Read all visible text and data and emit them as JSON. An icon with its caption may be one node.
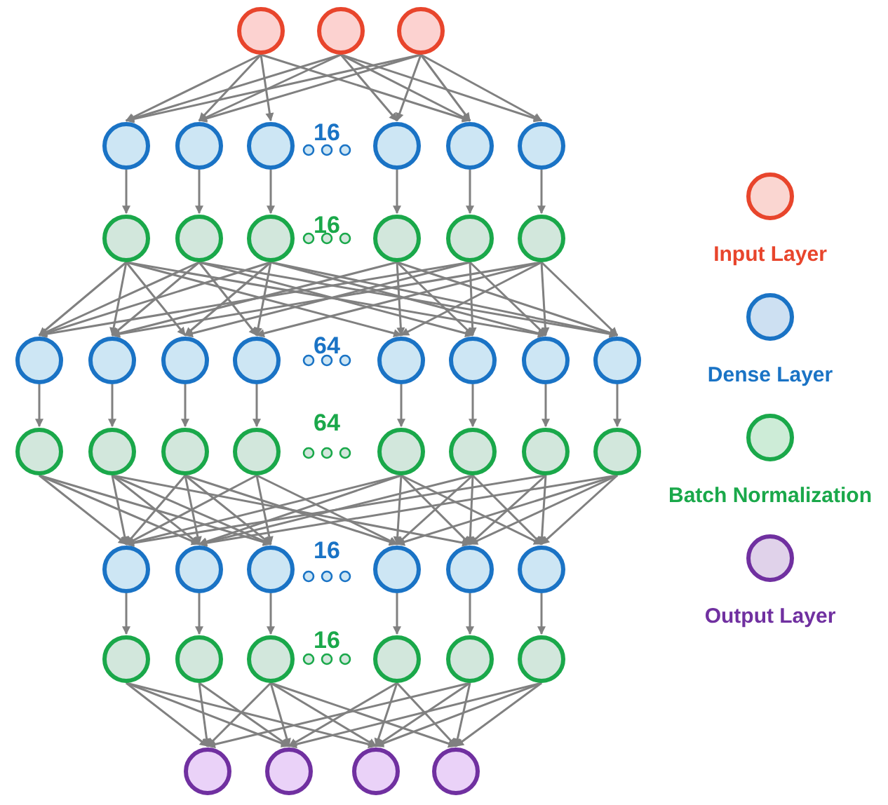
{
  "diagram": {
    "nodes": [
      {
        "text": [],
        "shape": "circle"
      },
      {
        "text": [],
        "shape": "circle"
      },
      {
        "text": [],
        "shape": "circle"
      },
      {
        "text": [],
        "shape": "circle"
      },
      {
        "text": [],
        "shape": "circle"
      },
      {
        "text": [],
        "shape": "circle"
      },
      {
        "text": [],
        "shape": "circle"
      },
      {
        "text": [],
        "shape": "circle"
      },
      {
        "text": [],
        "shape": "circle"
      },
      {
        "text": [],
        "shape": "circle"
      },
      {
        "text": [],
        "shape": "circle"
      },
      {
        "text": [],
        "shape": "circle"
      },
      {
        "text": [],
        "shape": "circle"
      },
      {
        "text": [],
        "shape": "circle"
      },
      {
        "text": [],
        "shape": "circle"
      },
      {
        "text": [],
        "shape": "circle"
      },
      {
        "text": [],
        "shape": "circle"
      },
      {
        "text": [],
        "shape": "circle"
      },
      {
        "text": [],
        "shape": "circle"
      },
      {
        "text": [],
        "shape": "circle"
      },
      {
        "text": [],
        "shape": "circle"
      },
      {
        "text": [],
        "shape": "circle"
      },
      {
        "text": [],
        "shape": "circle"
      },
      {
        "text": [],
        "shape": "circle"
      },
      {
        "text": [],
        "shape": "circle"
      },
      {
        "text": [],
        "shape": "circle"
      },
      {
        "text": [],
        "shape": "circle"
      },
      {
        "text": [],
        "shape": "circle"
      },
      {
        "text": [],
        "shape": "circle"
      },
      {
        "text": [],
        "shape": "circle"
      },
      {
        "text": [],
        "shape": "circle"
      },
      {
        "text": [],
        "shape": "circle"
      },
      {
        "text": [],
        "shape": "circle"
      },
      {
        "text": [],
        "shape": "circle"
      },
      {
        "text": [],
        "shape": "circle"
      },
      {
        "text": [],
        "shape": "circle"
      },
      {
        "text": [],
        "shape": "circle"
      },
      {
        "text": [],
        "shape": "circle"
      },
      {
        "text": [],
        "shape": "circle"
      },
      {
        "text": [],
        "shape": "circle"
      },
      {
        "text": [],
        "shape": "circle"
      },
      {
        "text": [],
        "shape": "circle"
      },
      {
        "text": [],
        "shape": "circle"
      },
      {
        "text": [],
        "shape": "circle"
      },
      {
        "text": [],
        "shape": "circle"
      },
      {
        "text": [],
        "shape": "circle"
      },
      {
        "text": [],
        "shape": "circle"
      }
    ],
    "edges": [
      {
        "from": 0,
        "to": 3,
        "arrow": "to"
      },
      {
        "from": 0,
        "to": 4,
        "arrow": "to"
      },
      {
        "from": 0,
        "to": 5,
        "arrow": "to"
      },
      {
        "from": 0,
        "to": 7,
        "arrow": "to"
      },
      {
        "from": 1,
        "to": 3,
        "arrow": "to"
      },
      {
        "from": 1,
        "to": 4,
        "arrow": "to"
      },
      {
        "from": 1,
        "to": 6,
        "arrow": "to"
      },
      {
        "from": 1,
        "to": 7,
        "arrow": "to"
      },
      {
        "from": 1,
        "to": 8,
        "arrow": "to"
      },
      {
        "from": 2,
        "to": 3,
        "arrow": "to"
      },
      {
        "from": 2,
        "to": 4,
        "arrow": "to"
      },
      {
        "from": 2,
        "to": 6,
        "arrow": "to"
      },
      {
        "from": 2,
        "to": 7,
        "arrow": "to"
      },
      {
        "from": 2,
        "to": 8,
        "arrow": "to"
      },
      {
        "from": 3,
        "to": 9,
        "arrow": "to"
      },
      {
        "from": 4,
        "to": 10,
        "arrow": "to"
      },
      {
        "from": 5,
        "to": 11,
        "arrow": "to"
      },
      {
        "from": 6,
        "to": 12,
        "arrow": "to"
      },
      {
        "from": 7,
        "to": 13,
        "arrow": "to"
      },
      {
        "from": 8,
        "to": 14,
        "arrow": "to"
      },
      {
        "from": 9,
        "to": 15,
        "arrow": "to"
      },
      {
        "from": 9,
        "to": 16,
        "arrow": "to"
      },
      {
        "from": 9,
        "to": 17,
        "arrow": "to"
      },
      {
        "from": 9,
        "to": 19,
        "arrow": "to"
      },
      {
        "from": 9,
        "to": 21,
        "arrow": "to"
      },
      {
        "from": 10,
        "to": 15,
        "arrow": "to"
      },
      {
        "from": 10,
        "to": 16,
        "arrow": "to"
      },
      {
        "from": 10,
        "to": 18,
        "arrow": "to"
      },
      {
        "from": 10,
        "to": 20,
        "arrow": "to"
      },
      {
        "from": 10,
        "to": 22,
        "arrow": "to"
      },
      {
        "from": 11,
        "to": 15,
        "arrow": "to"
      },
      {
        "from": 11,
        "to": 17,
        "arrow": "to"
      },
      {
        "from": 11,
        "to": 18,
        "arrow": "to"
      },
      {
        "from": 11,
        "to": 21,
        "arrow": "to"
      },
      {
        "from": 11,
        "to": 22,
        "arrow": "to"
      },
      {
        "from": 12,
        "to": 16,
        "arrow": "to"
      },
      {
        "from": 12,
        "to": 19,
        "arrow": "to"
      },
      {
        "from": 12,
        "to": 20,
        "arrow": "to"
      },
      {
        "from": 12,
        "to": 22,
        "arrow": "to"
      },
      {
        "from": 13,
        "to": 15,
        "arrow": "to"
      },
      {
        "from": 13,
        "to": 17,
        "arrow": "to"
      },
      {
        "from": 13,
        "to": 20,
        "arrow": "to"
      },
      {
        "from": 13,
        "to": 21,
        "arrow": "to"
      },
      {
        "from": 14,
        "to": 16,
        "arrow": "to"
      },
      {
        "from": 14,
        "to": 18,
        "arrow": "to"
      },
      {
        "from": 14,
        "to": 19,
        "arrow": "to"
      },
      {
        "from": 14,
        "to": 21,
        "arrow": "to"
      },
      {
        "from": 14,
        "to": 22,
        "arrow": "to"
      },
      {
        "from": 15,
        "to": 23,
        "arrow": "to"
      },
      {
        "from": 16,
        "to": 24,
        "arrow": "to"
      },
      {
        "from": 17,
        "to": 25,
        "arrow": "to"
      },
      {
        "from": 18,
        "to": 26,
        "arrow": "to"
      },
      {
        "from": 19,
        "to": 27,
        "arrow": "to"
      },
      {
        "from": 20,
        "to": 28,
        "arrow": "to"
      },
      {
        "from": 21,
        "to": 29,
        "arrow": "to"
      },
      {
        "from": 22,
        "to": 30,
        "arrow": "to"
      },
      {
        "from": 23,
        "to": 31,
        "arrow": "to"
      },
      {
        "from": 23,
        "to": 32,
        "arrow": "to"
      },
      {
        "from": 23,
        "to": 33,
        "arrow": "to"
      },
      {
        "from": 24,
        "to": 31,
        "arrow": "to"
      },
      {
        "from": 24,
        "to": 32,
        "arrow": "to"
      },
      {
        "from": 24,
        "to": 33,
        "arrow": "to"
      },
      {
        "from": 24,
        "to": 35,
        "arrow": "to"
      },
      {
        "from": 25,
        "to": 31,
        "arrow": "to"
      },
      {
        "from": 25,
        "to": 32,
        "arrow": "to"
      },
      {
        "from": 25,
        "to": 33,
        "arrow": "to"
      },
      {
        "from": 25,
        "to": 34,
        "arrow": "to"
      },
      {
        "from": 26,
        "to": 31,
        "arrow": "to"
      },
      {
        "from": 26,
        "to": 33,
        "arrow": "to"
      },
      {
        "from": 26,
        "to": 34,
        "arrow": "to"
      },
      {
        "from": 27,
        "to": 31,
        "arrow": "to"
      },
      {
        "from": 27,
        "to": 32,
        "arrow": "to"
      },
      {
        "from": 27,
        "to": 34,
        "arrow": "to"
      },
      {
        "from": 27,
        "to": 35,
        "arrow": "to"
      },
      {
        "from": 27,
        "to": 36,
        "arrow": "to"
      },
      {
        "from": 28,
        "to": 32,
        "arrow": "to"
      },
      {
        "from": 28,
        "to": 34,
        "arrow": "to"
      },
      {
        "from": 28,
        "to": 35,
        "arrow": "to"
      },
      {
        "from": 28,
        "to": 36,
        "arrow": "to"
      },
      {
        "from": 29,
        "to": 31,
        "arrow": "to"
      },
      {
        "from": 29,
        "to": 35,
        "arrow": "to"
      },
      {
        "from": 29,
        "to": 36,
        "arrow": "to"
      },
      {
        "from": 30,
        "to": 32,
        "arrow": "to"
      },
      {
        "from": 30,
        "to": 34,
        "arrow": "to"
      },
      {
        "from": 30,
        "to": 35,
        "arrow": "to"
      },
      {
        "from": 30,
        "to": 36,
        "arrow": "to"
      },
      {
        "from": 31,
        "to": 37,
        "arrow": "to"
      },
      {
        "from": 32,
        "to": 38,
        "arrow": "to"
      },
      {
        "from": 33,
        "to": 39,
        "arrow": "to"
      },
      {
        "from": 34,
        "to": 40,
        "arrow": "to"
      },
      {
        "from": 35,
        "to": 41,
        "arrow": "to"
      },
      {
        "from": 36,
        "to": 42,
        "arrow": "to"
      },
      {
        "from": 37,
        "to": 43,
        "arrow": "to"
      },
      {
        "from": 37,
        "to": 44,
        "arrow": "to"
      },
      {
        "from": 37,
        "to": 45,
        "arrow": "to"
      },
      {
        "from": 38,
        "to": 43,
        "arrow": "to"
      },
      {
        "from": 38,
        "to": 44,
        "arrow": "to"
      },
      {
        "from": 39,
        "to": 43,
        "arrow": "to"
      },
      {
        "from": 39,
        "to": 44,
        "arrow": "to"
      },
      {
        "from": 39,
        "to": 45,
        "arrow": "to"
      },
      {
        "from": 39,
        "to": 46,
        "arrow": "to"
      },
      {
        "from": 40,
        "to": 44,
        "arrow": "to"
      },
      {
        "from": 40,
        "to": 45,
        "arrow": "to"
      },
      {
        "from": 40,
        "to": 46,
        "arrow": "to"
      },
      {
        "from": 41,
        "to": 43,
        "arrow": "to"
      },
      {
        "from": 41,
        "to": 45,
        "arrow": "to"
      },
      {
        "from": 41,
        "to": 46,
        "arrow": "to"
      },
      {
        "from": 42,
        "to": 44,
        "arrow": "to"
      },
      {
        "from": 42,
        "to": 45,
        "arrow": "to"
      },
      {
        "from": 42,
        "to": 46,
        "arrow": "to"
      }
    ],
    "labels": [
      "16",
      "16",
      "64",
      "64",
      "16",
      "16"
    ],
    "legend": [
      {
        "text": "Input Layer",
        "color": "#e8452c"
      },
      {
        "text": "Dense Layer",
        "color": "#1a73c5"
      },
      {
        "text": "Batch Normalization",
        "color": "#1aa84a"
      },
      {
        "text": "Output Layer",
        "color": "#7030a0"
      }
    ]
  }
}
